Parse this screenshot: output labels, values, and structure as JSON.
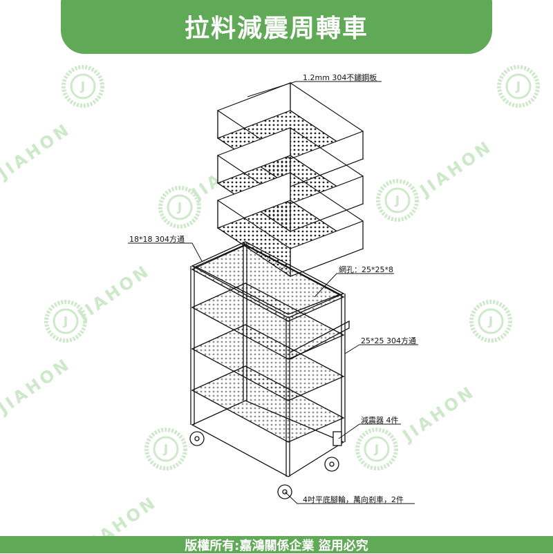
{
  "header": {
    "title": "拉料減震周轉車"
  },
  "labels": {
    "plate": "1.2mm 304不鏽鋼板",
    "tube_small": "18*18 304方通",
    "mesh": "網孔：25*25*8",
    "tube_large": "25*25 304方通",
    "damper": "減震器 4件",
    "caster": "4吋平底腳輪，萬向剎車，2件"
  },
  "watermark": {
    "company": "嘉鴻關係企業",
    "brand": "JIAHON",
    "logo_letter": "J"
  },
  "footer": {
    "text": "版權所有:嘉鴻關係企業  盜用必究"
  },
  "colors": {
    "brand_green": "#5fa957",
    "watermark_green": "#8fcf8a"
  }
}
